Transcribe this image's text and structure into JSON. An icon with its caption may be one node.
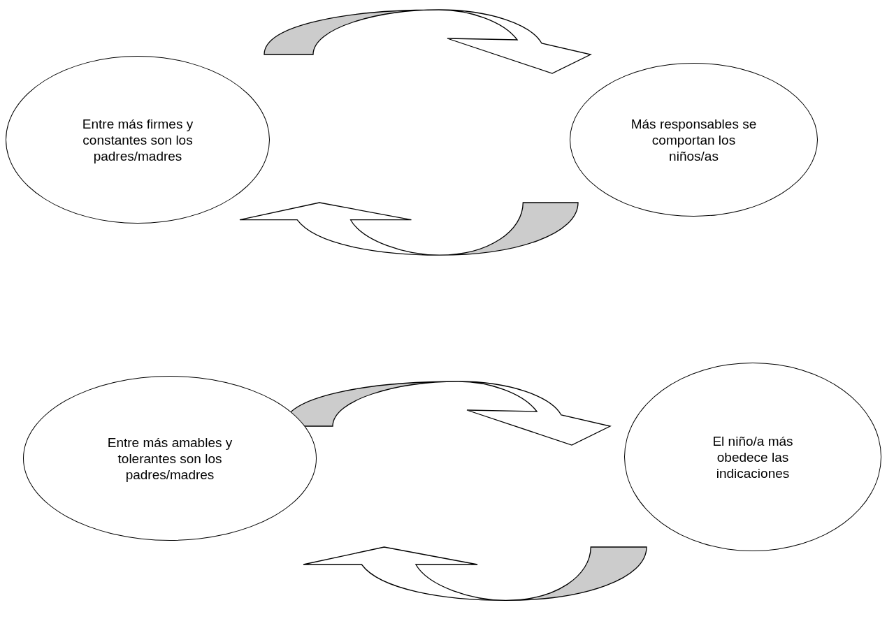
{
  "diagram": {
    "nodes": [
      {
        "text": [
          "Entre más firmes y constantes son los padres/madres"
        ]
      },
      {
        "text": [
          "Más responsables se comportan los niños/as"
        ]
      },
      {
        "text": [
          "Entre más amables y tolerantes son los padres/madres"
        ]
      },
      {
        "text": [
          "El niño/a más obedece las indicaciones"
        ]
      }
    ],
    "edges": [
      {
        "from": 0,
        "to": 1,
        "arrow": "to"
      },
      {
        "from": 1,
        "to": 0,
        "arrow": "to"
      },
      {
        "from": 2,
        "to": 3,
        "arrow": "to"
      },
      {
        "from": 3,
        "to": 2,
        "arrow": "to"
      }
    ]
  }
}
